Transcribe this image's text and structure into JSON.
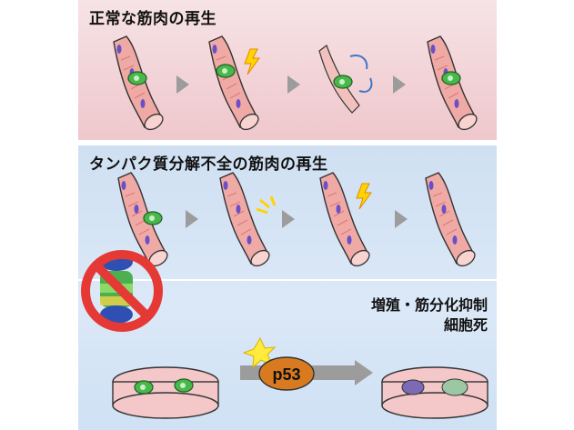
{
  "normal_regeneration_title": "正常な筋肉の再生",
  "impaired_regeneration_title": "タンパク質分解不全の筋肉の再生",
  "outcome_line1": "増殖・筋分化抑制",
  "outcome_line2": "細胞死",
  "p53_label": "p53",
  "colors": {
    "top_panel": "#efc7cc",
    "bottom_panel": "#d5e4f5",
    "fiber": "#efaaa6",
    "nuclei": "#6a4fc8",
    "stem_cell": "#49b84a",
    "arrow": "#9c9c9c",
    "lightning": "#ffd400",
    "p53": "#d87a1f"
  },
  "icons": [
    "muscle-fiber",
    "satellite-cell",
    "lightning-injury",
    "proteasome",
    "prohibition-sign",
    "culture-dish",
    "burst-star",
    "gray-arrow"
  ]
}
